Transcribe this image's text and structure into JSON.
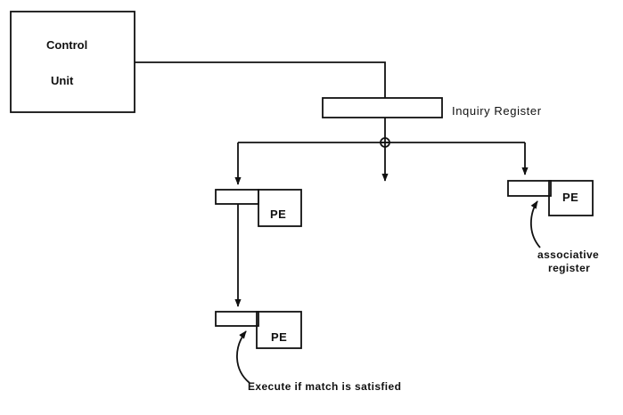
{
  "control_unit": {
    "line1": "Control",
    "line2": "Unit"
  },
  "inquiry_register": {
    "label": "Inquiry Register"
  },
  "processing_elements": [
    {
      "label": "PE"
    },
    {
      "label": "PE"
    },
    {
      "label": "PE"
    }
  ],
  "annotations": {
    "associative_line1": "associative",
    "associative_line2": "register",
    "execute_note": "Execute if match is satisfied"
  }
}
